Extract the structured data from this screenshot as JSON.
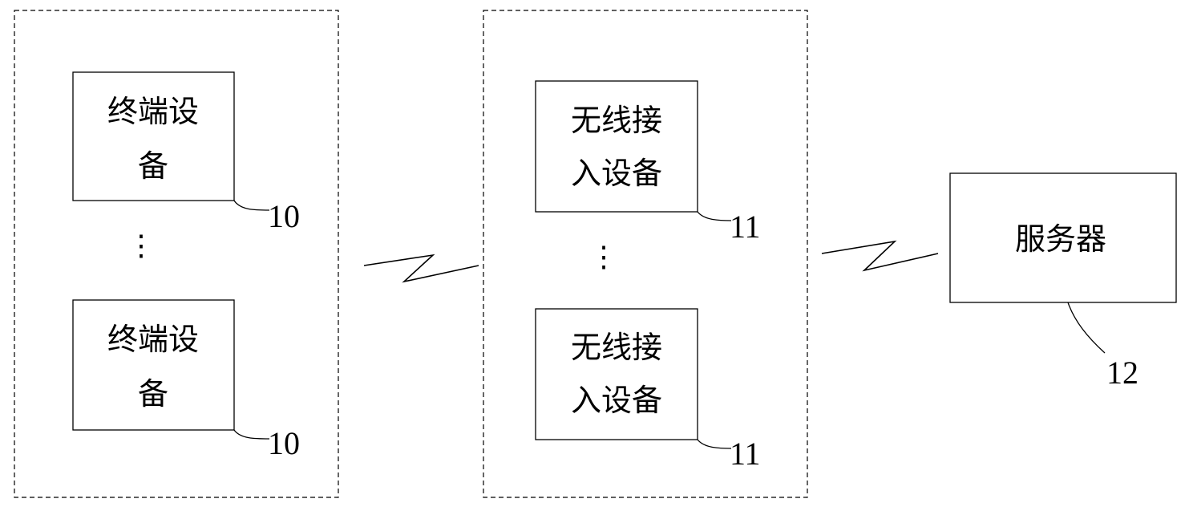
{
  "groups": {
    "terminals": {
      "box1": {
        "line1": "终端设",
        "line2": "备",
        "ref": "10"
      },
      "ellipsis": "⋮",
      "box2": {
        "line1": "终端设",
        "line2": "备",
        "ref": "10"
      }
    },
    "access": {
      "box1": {
        "line1": "无线接",
        "line2": "入设备",
        "ref": "11"
      },
      "ellipsis": "⋮",
      "box2": {
        "line1": "无线接",
        "line2": "入设备",
        "ref": "11"
      }
    }
  },
  "server": {
    "label": "服务器",
    "ref": "12"
  }
}
